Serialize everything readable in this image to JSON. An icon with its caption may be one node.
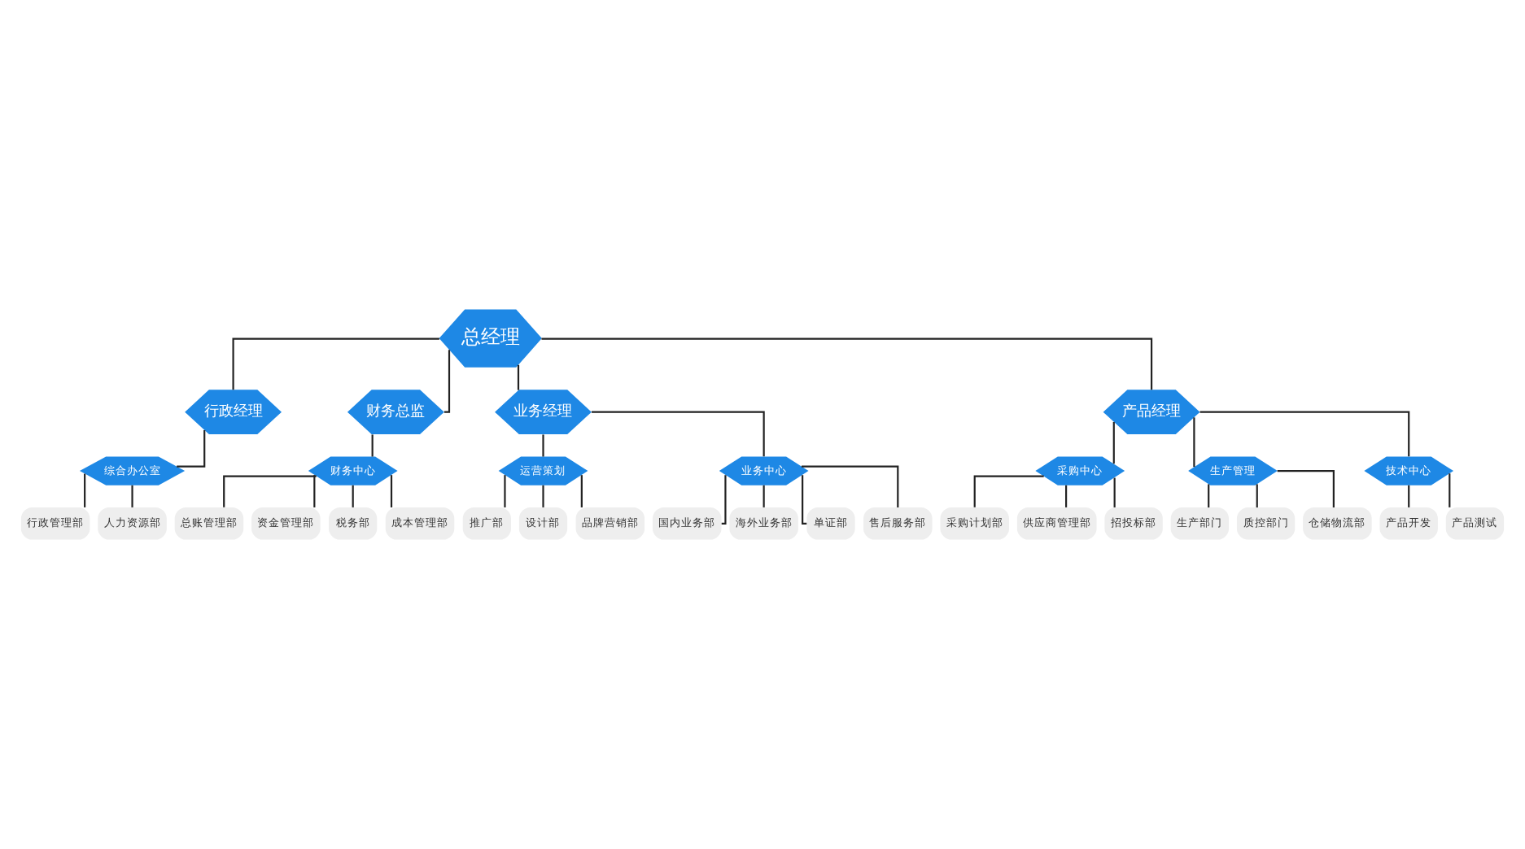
{
  "diagram": {
    "nodes": [
      {
        "text": [
          "总经理"
        ]
      },
      {
        "text": [
          "行政经理"
        ]
      },
      {
        "text": [
          "财务总监"
        ]
      },
      {
        "text": [
          "业务经理"
        ]
      },
      {
        "text": [
          "产品经理"
        ]
      },
      {
        "text": [
          "综合办公室"
        ]
      },
      {
        "text": [
          "行政管理部"
        ]
      },
      {
        "text": [
          "人力资源部"
        ]
      },
      {
        "text": [
          "财务中心"
        ]
      },
      {
        "text": [
          "总账管理部"
        ]
      },
      {
        "text": [
          "资金管理部"
        ]
      },
      {
        "text": [
          "税务部"
        ]
      },
      {
        "text": [
          "成本管理部"
        ]
      },
      {
        "text": [
          "运营策划"
        ]
      },
      {
        "text": [
          "业务中心"
        ]
      },
      {
        "text": [
          "推广部"
        ]
      },
      {
        "text": [
          "设计部"
        ]
      },
      {
        "text": [
          "品牌营销部"
        ]
      },
      {
        "text": [
          "国内业务部"
        ]
      },
      {
        "text": [
          "海外业务部"
        ]
      },
      {
        "text": [
          "单证部"
        ]
      },
      {
        "text": [
          "售后服务部"
        ]
      },
      {
        "text": [
          "采购中心"
        ]
      },
      {
        "text": [
          "生产管理"
        ]
      },
      {
        "text": [
          "技术中心"
        ]
      },
      {
        "text": [
          "采购计划部"
        ]
      },
      {
        "text": [
          "供应商管理部"
        ]
      },
      {
        "text": [
          "招投标部"
        ]
      },
      {
        "text": [
          "生产部门"
        ]
      },
      {
        "text": [
          "质控部门"
        ]
      },
      {
        "text": [
          "仓储物流部"
        ]
      },
      {
        "text": [
          "产品开发"
        ]
      },
      {
        "text": [
          "产品测试"
        ]
      }
    ],
    "edges": [
      {
        "from": 0,
        "to": 1,
        "arrow": "none"
      },
      {
        "from": 0,
        "to": 2,
        "arrow": "none"
      },
      {
        "from": 0,
        "to": 3,
        "arrow": "none"
      },
      {
        "from": 0,
        "to": 4,
        "arrow": "none"
      },
      {
        "from": 1,
        "to": 5,
        "arrow": "none"
      },
      {
        "from": 5,
        "to": 6,
        "arrow": "none"
      },
      {
        "from": 5,
        "to": 7,
        "arrow": "none"
      },
      {
        "from": 2,
        "to": 8,
        "arrow": "none"
      },
      {
        "from": 8,
        "to": 9,
        "arrow": "none"
      },
      {
        "from": 8,
        "to": 10,
        "arrow": "none"
      },
      {
        "from": 8,
        "to": 11,
        "arrow": "none"
      },
      {
        "from": 8,
        "to": 12,
        "arrow": "none"
      },
      {
        "from": 3,
        "to": 13,
        "arrow": "none"
      },
      {
        "from": 3,
        "to": 14,
        "arrow": "none"
      },
      {
        "from": 13,
        "to": 15,
        "arrow": "none"
      },
      {
        "from": 13,
        "to": 16,
        "arrow": "none"
      },
      {
        "from": 13,
        "to": 17,
        "arrow": "none"
      },
      {
        "from": 14,
        "to": 18,
        "arrow": "none"
      },
      {
        "from": 14,
        "to": 19,
        "arrow": "none"
      },
      {
        "from": 14,
        "to": 20,
        "arrow": "none"
      },
      {
        "from": 14,
        "to": 21,
        "arrow": "none"
      },
      {
        "from": 4,
        "to": 22,
        "arrow": "none"
      },
      {
        "from": 4,
        "to": 23,
        "arrow": "none"
      },
      {
        "from": 4,
        "to": 24,
        "arrow": "none"
      },
      {
        "from": 22,
        "to": 25,
        "arrow": "none"
      },
      {
        "from": 22,
        "to": 26,
        "arrow": "none"
      },
      {
        "from": 22,
        "to": 27,
        "arrow": "none"
      },
      {
        "from": 23,
        "to": 28,
        "arrow": "none"
      },
      {
        "from": 23,
        "to": 29,
        "arrow": "none"
      },
      {
        "from": 23,
        "to": 30,
        "arrow": "none"
      },
      {
        "from": 24,
        "to": 31,
        "arrow": "none"
      },
      {
        "from": 24,
        "to": 32,
        "arrow": "none"
      }
    ]
  }
}
